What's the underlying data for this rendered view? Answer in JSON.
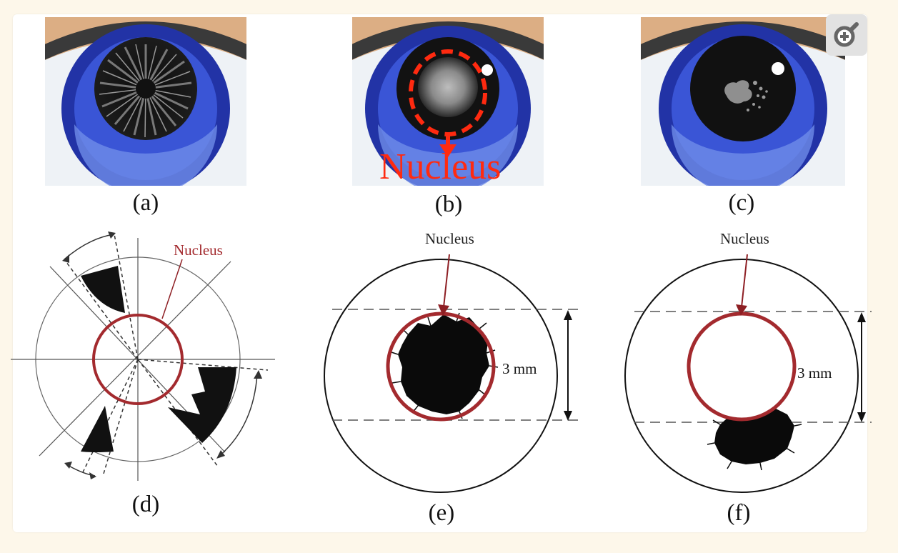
{
  "panels": {
    "a": {
      "caption": "(a)"
    },
    "b": {
      "caption": "(b)",
      "label": "Nucleus"
    },
    "c": {
      "caption": "(c)"
    },
    "d": {
      "caption": "(d)",
      "label": "Nucleus"
    },
    "e": {
      "caption": "(e)",
      "label": "Nucleus",
      "dimension": "3 mm"
    },
    "f": {
      "caption": "(f)",
      "label": "Nucleus",
      "dimension": "3 mm"
    }
  },
  "toolbar": {
    "zoom_icon": "zoom-in-icon"
  },
  "colors": {
    "nucleus_ring": "#a32a2e",
    "nucleus_arrow": "#8e1f24",
    "highlight_red": "#ff2a10",
    "iris_dark": "#2233a6",
    "iris_mid": "#3a55d6",
    "iris_light": "#6f8ce8",
    "skin": "#dcae84"
  }
}
